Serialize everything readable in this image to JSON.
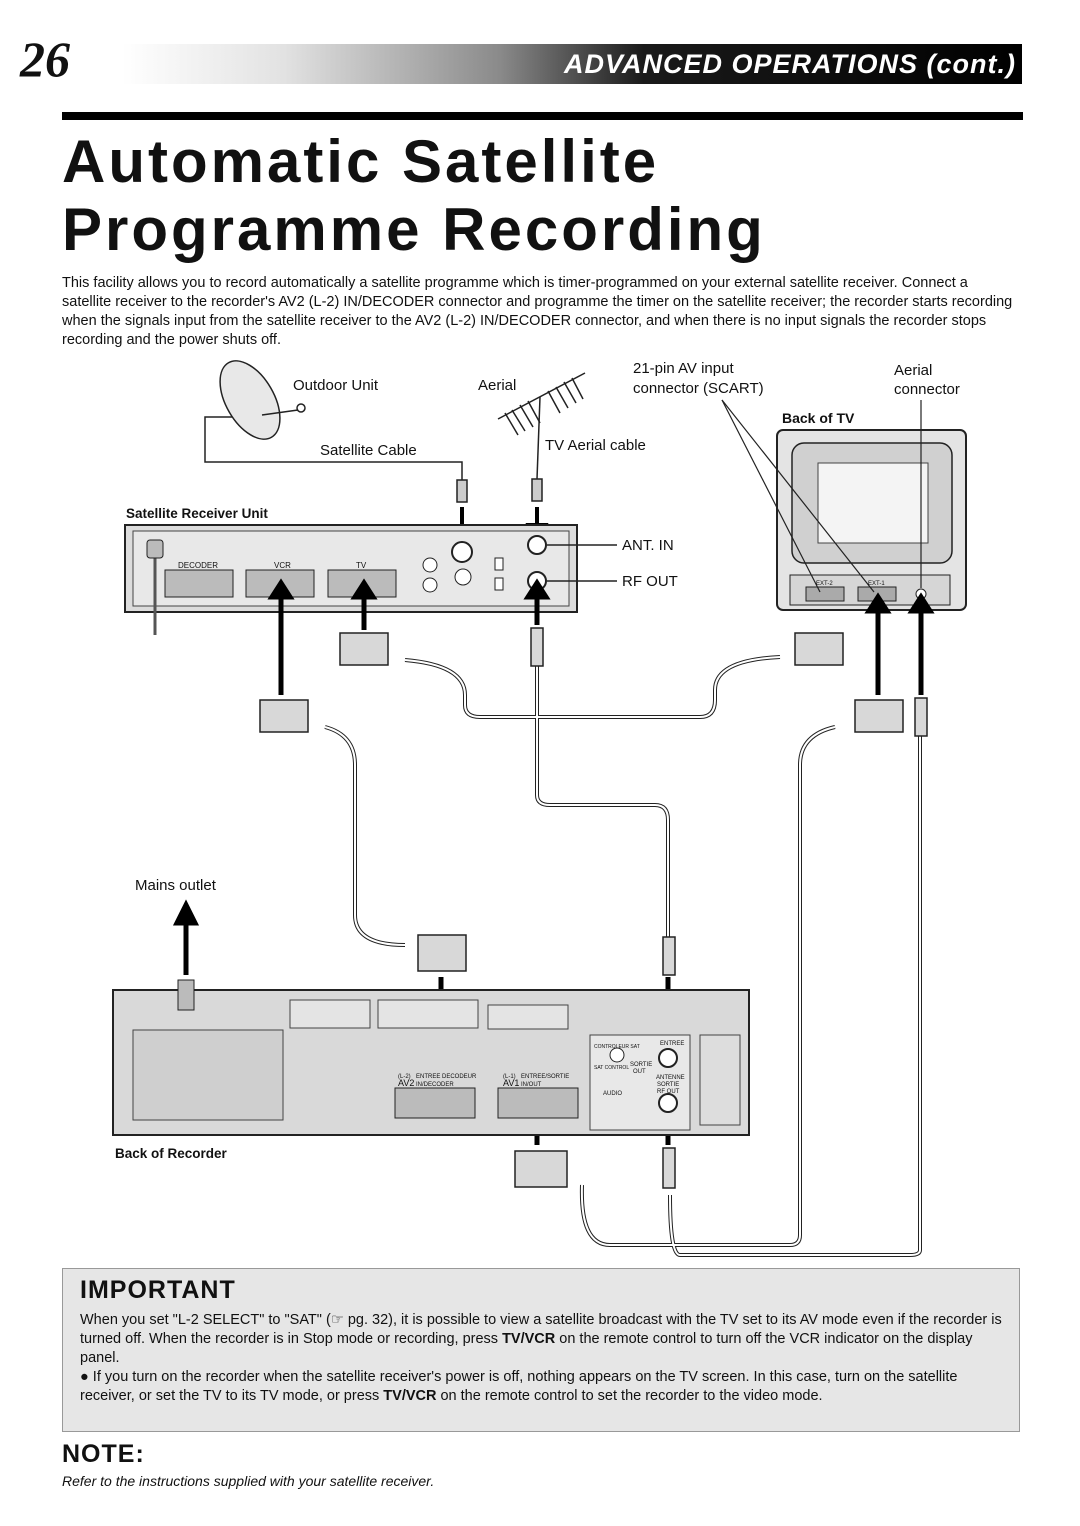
{
  "header": {
    "page_number": "26",
    "section": "ADVANCED OPERATIONS (cont.)"
  },
  "title": {
    "line1": "Automatic Satellite",
    "line2": "Programme Recording"
  },
  "intro": "This facility allows you to record automatically a satellite programme which is timer-programmed on your external satellite receiver. Connect a satellite receiver to the recorder's AV2 (L-2) IN/DECODER connector and programme the timer on the satellite receiver; the recorder starts recording when the signals input from the satellite receiver to the AV2 (L-2) IN/DECODER connector, and when there is no input signals the recorder stops recording and the power shuts off.",
  "diagram": {
    "outdoor_unit": "Outdoor Unit",
    "aerial": "Aerial",
    "av_input_line1": "21-pin AV input",
    "av_input_line2": "connector (SCART)",
    "aerial_connector_line1": "Aerial",
    "aerial_connector_line2": "connector",
    "back_of_tv": "Back of TV",
    "satellite_cable": "Satellite Cable",
    "tv_aerial_cable": "TV Aerial cable",
    "satellite_receiver_unit": "Satellite Receiver Unit",
    "decoder": "DECODER",
    "vcr": "VCR",
    "tv": "TV",
    "ant_in": "ANT. IN",
    "rf_out": "RF OUT",
    "ext2": "EXT-2",
    "ext1": "EXT-1",
    "mains_outlet": "Mains outlet",
    "back_of_recorder": "Back of Recorder",
    "av2": "AV2",
    "l2": "(L-2)",
    "av2_entree": "ENTREE DECODEUR",
    "av2_in": "IN/DECODER",
    "av1": "AV1",
    "l1": "(L-1)",
    "av1_entree": "ENTREE/SORTIE",
    "av1_in": "IN/OUT",
    "controleur_sat": "CONTROLEUR SAT",
    "sat_control": "SAT CONTROL",
    "sortie": "SORTIE",
    "out": "OUT",
    "audio": "AUDIO",
    "antenne": "ANTENNE",
    "sortie_rf": "SORTIE",
    "rf_out_small": "RF OUT",
    "entree": "ENTREE"
  },
  "important": {
    "heading": "IMPORTANT",
    "p1_a": "When you set \"L-2 SELECT\" to \"SAT\" (",
    "p1_ref": "☞",
    "p1_b": " pg. 32), it is possible to view a satellite broadcast with the TV set to its AV mode even if the recorder is turned off. When the recorder is in Stop mode or recording, press ",
    "p1_key": "TV/VCR",
    "p1_c": " on the remote control to turn off the VCR indicator on the display panel.",
    "bullet": "●",
    "p2_a": "If you turn on the recorder when the satellite receiver's power is off, nothing appears on the TV screen. In this case, turn on the satellite receiver, or set the TV to its TV mode, or press ",
    "p2_key": "TV/VCR",
    "p2_b": " on the remote control to set the recorder to the video mode."
  },
  "note": {
    "heading": "NOTE:",
    "text": "Refer to the instructions supplied with your satellite receiver."
  }
}
